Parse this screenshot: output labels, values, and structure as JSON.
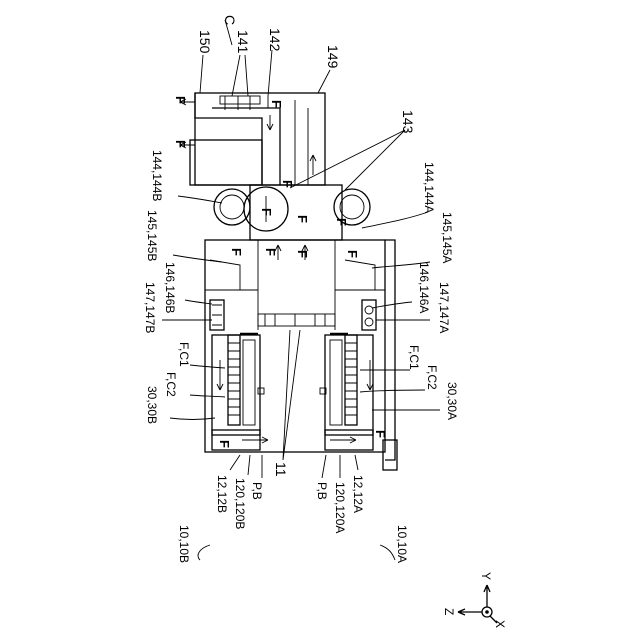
{
  "figure": {
    "labels": {
      "c": "C",
      "n150": "150",
      "n141": "141",
      "n142": "142",
      "n149": "149",
      "n143": "143",
      "n144b": "144,144B",
      "n144a": "144,144A",
      "n145b": "145,145B",
      "n145a": "145,145A",
      "n146b": "146,146B",
      "n146a": "146,146A",
      "n147b": "147,147B",
      "n147a": "147,147A",
      "fc1_left": "F,C1",
      "fc2_left": "F,C2",
      "fc1_right": "F,C1",
      "fc2_right": "F,C2",
      "n30b": "30,30B",
      "n30a": "30,30A",
      "n11": "11",
      "n12b": "12,12B",
      "n120b": "120,120B",
      "pb_left": "P,B",
      "pb_right": "P,B",
      "n120a": "120,120A",
      "n12a": "12,12A",
      "n10b": "10,10B",
      "n10a": "10,10A",
      "flow": "F"
    },
    "axes": {
      "y": "Y",
      "z": "Z",
      "x": "X"
    }
  }
}
